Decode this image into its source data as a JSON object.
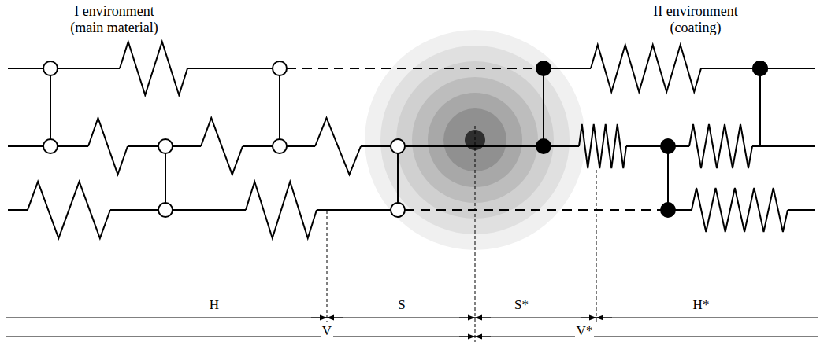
{
  "diagram": {
    "labels": [
      "I environment (main material)",
      "II environment (coating)",
      "H",
      "S",
      "S*",
      "H*",
      "V",
      "V*"
    ]
  }
}
